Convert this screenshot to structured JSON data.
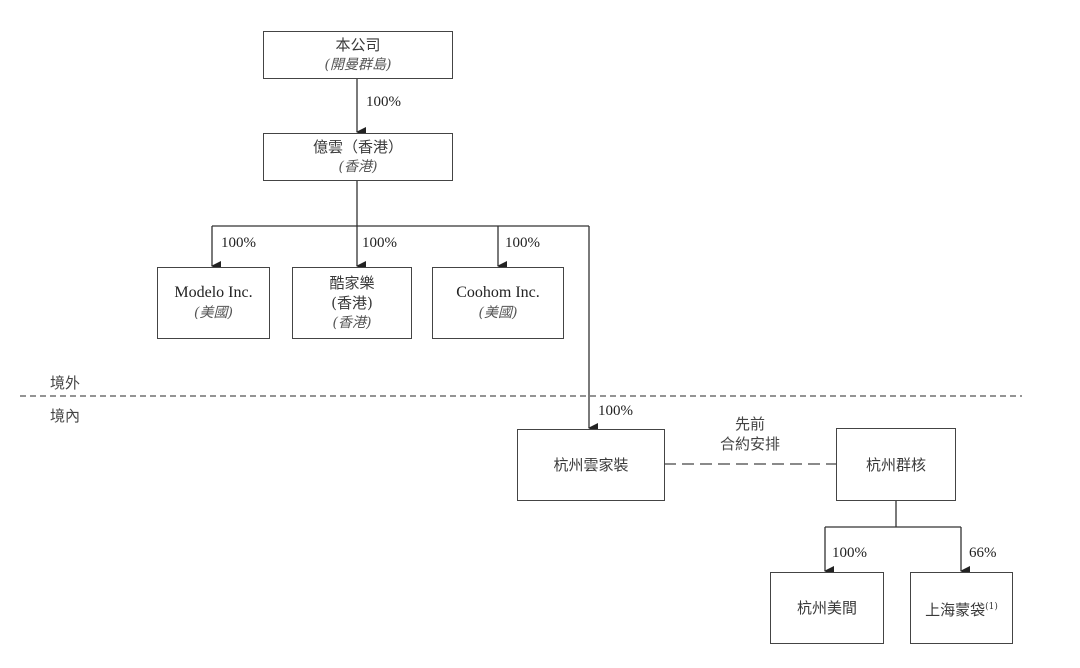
{
  "diagram": {
    "type": "corporate-structure",
    "entities": {
      "company": {
        "name": "本公司",
        "jurisdiction": "(開曼群島)"
      },
      "yiyun_hk": {
        "name": "億雲（香港）",
        "jurisdiction": "(香港)"
      },
      "modelo": {
        "name": "Modelo Inc.",
        "jurisdiction": "(美國)"
      },
      "kujiale_hk": {
        "name": "酷家樂",
        "name_line2": "(香港)",
        "jurisdiction": "(香港)"
      },
      "coohom": {
        "name": "Coohom Inc.",
        "jurisdiction": "(美國)"
      },
      "hz_yunjiazhuang": {
        "name": "杭州雲家裝"
      },
      "hz_qunhe": {
        "name": "杭州群核"
      },
      "hz_meijian": {
        "name": "杭州美間"
      },
      "sh_mengdai": {
        "name": "上海蒙袋",
        "note": "(1)"
      }
    },
    "ownership": {
      "company_to_yiyun": "100%",
      "yiyun_to_modelo": "100%",
      "yiyun_to_kujiale": "100%",
      "yiyun_to_coohom": "100%",
      "yiyun_to_hz_yunjiazhuang": "100%",
      "qunhe_to_meijian": "100%",
      "qunhe_to_mengdai": "66%"
    },
    "contractual_label_line1": "先前",
    "contractual_label_line2": "合約安排",
    "offshore_label": "境外",
    "onshore_label": "境內"
  }
}
